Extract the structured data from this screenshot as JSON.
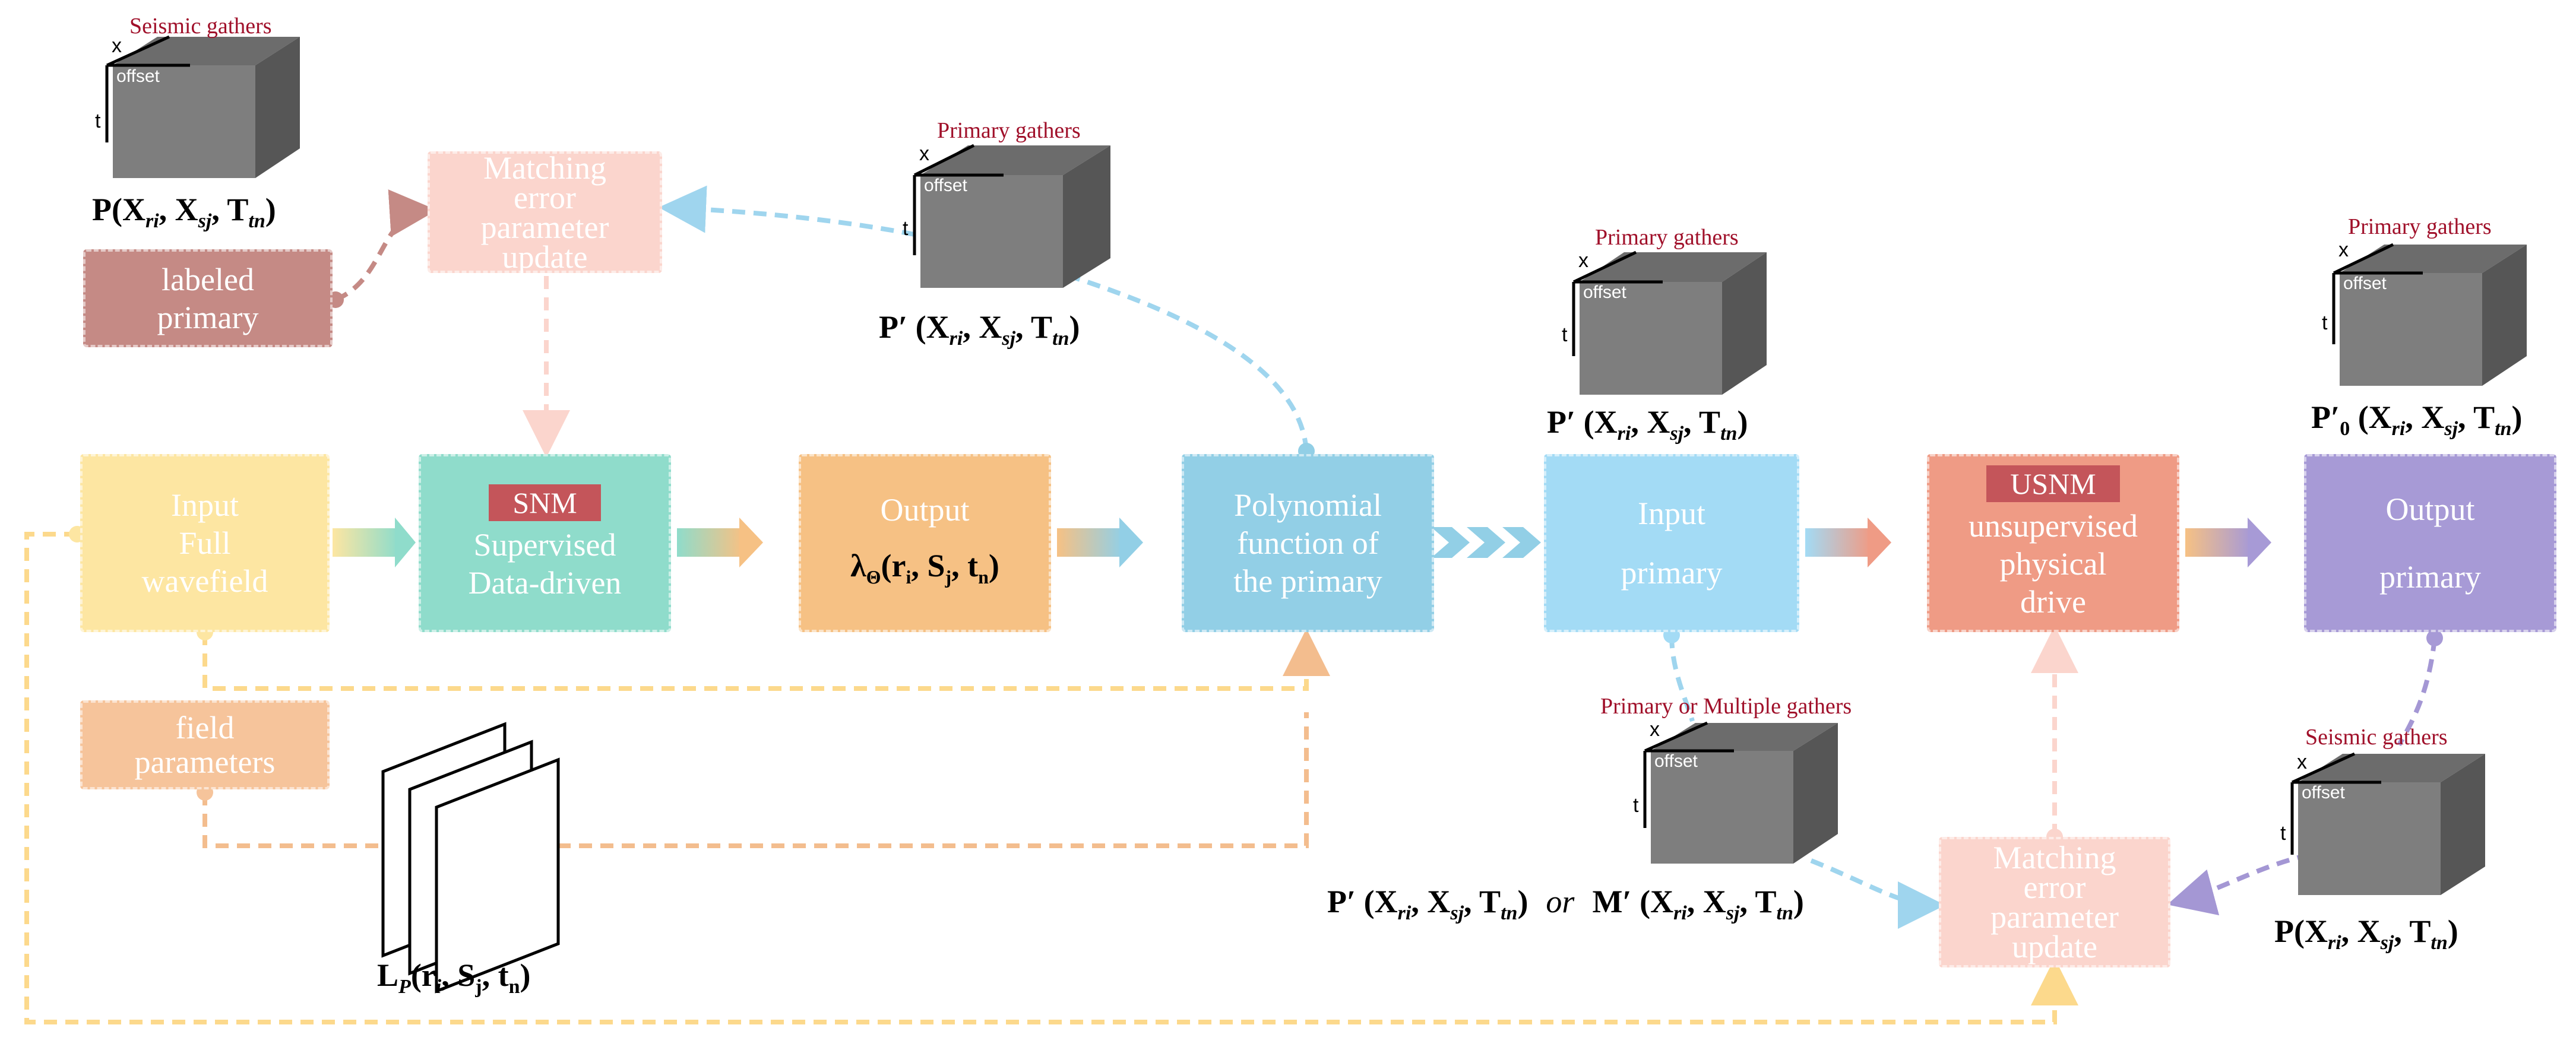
{
  "boxes": {
    "labeled": "labeled primary",
    "match_top": "Matching error parameter update",
    "input_full": [
      "Input",
      "Full",
      "wavefield"
    ],
    "snm_tag": "SNM",
    "snm_text": [
      "Supervised",
      "Data-driven"
    ],
    "output1_title": "Output",
    "output1_formula": "λΘ(ri, Sj, tn)",
    "poly": [
      "Polynomial",
      "function of",
      "the primary"
    ],
    "input_primary": [
      "Input",
      "primary"
    ],
    "usnm_tag": "USNM",
    "usnm_text": [
      "unsupervised",
      "physical",
      "drive"
    ],
    "output_primary": [
      "Output",
      "primary"
    ],
    "field": [
      "field",
      "parameters"
    ],
    "match_bottom": "Matching error parameter update"
  },
  "gathers": {
    "seismic_top": "Seismic gathers",
    "primary_mid": "Primary gathers",
    "primary_right": "Primary gathers",
    "primary_far": "Primary gathers",
    "primary_or_multiple": "Primary or Multiple gathers",
    "seismic_right": "Seismic gathers",
    "axis_x": "x",
    "axis_t": "t",
    "offset": "offset"
  },
  "formulas": {
    "p": "P(Xri, Xsj, Ttn)",
    "p_prime": "P′(Xri, Xsj, Ttn)",
    "p0_prime": "P′0(Xri, Xsj, Ttn)",
    "m_prime": "M′(Xri, Xsj, Ttn)",
    "or": "or",
    "lp": "LP(ri, Sj, tn)"
  },
  "colors": {
    "labeled": "#c58a85",
    "match": "#fbd5cd",
    "input_full": "#fde6a2",
    "snm": "#8fdccb",
    "output1": "#f6c184",
    "poly": "#92cfe6",
    "input_primary": "#a3dbf5",
    "usnm": "#ef9b85",
    "output_primary": "#a79ad6",
    "field": "#f6c49b",
    "yellow_line": "#fcd98c",
    "orange_line": "#f3bd8e",
    "blue_line": "#9fd5ee",
    "purple_line": "#a497d4",
    "brown_line": "#c58a85"
  }
}
